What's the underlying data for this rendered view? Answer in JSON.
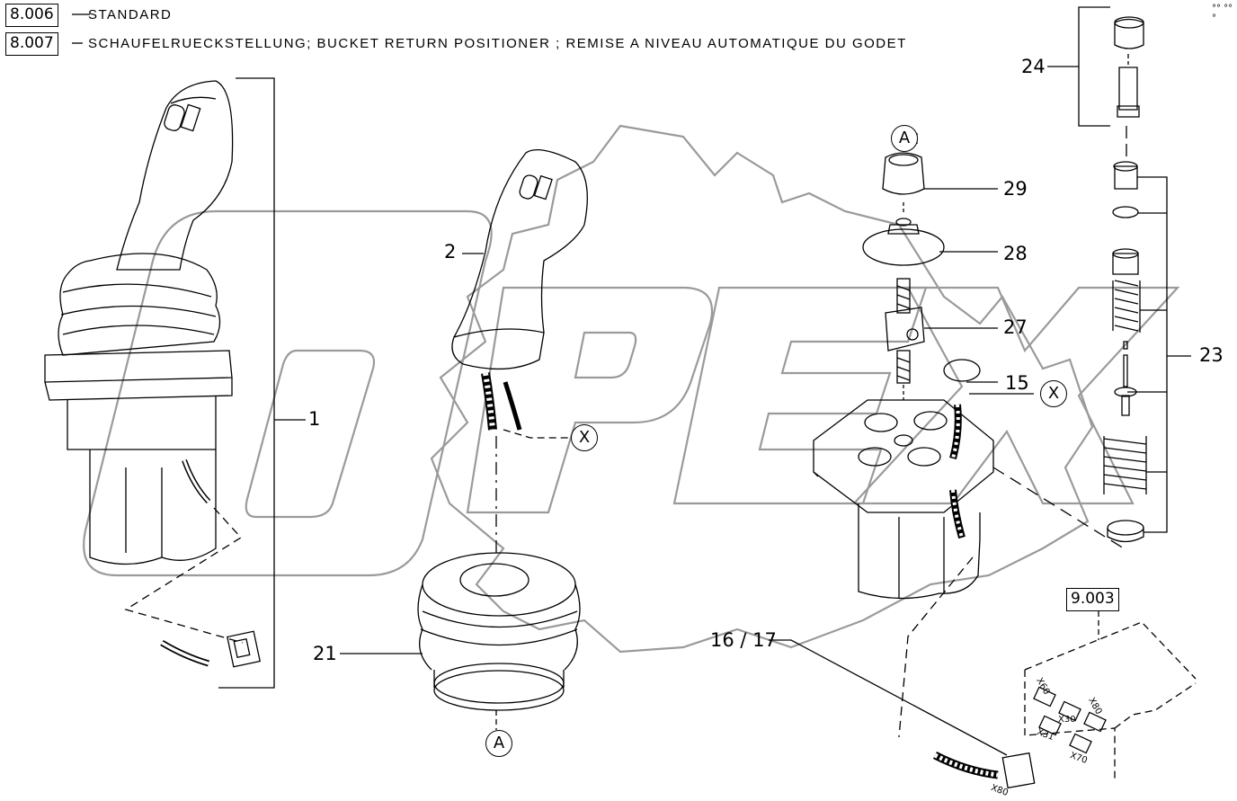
{
  "header": {
    "refs": [
      {
        "code": "8.006",
        "text": "STANDARD"
      },
      {
        "code": "8.007",
        "text": "SCHAUFELRUECKSTELLUNG; BUCKET RETURN POSITIONER ; REMISE A NIVEAU AUTOMATIQUE DU GODET"
      }
    ],
    "corner_mark": "°° °°°"
  },
  "watermark": "OPEX",
  "callouts": {
    "p1": "1",
    "p2": "2",
    "p15": "15",
    "p16_17": "16 / 17",
    "p21": "21",
    "p23": "23",
    "p24": "24",
    "p27": "27",
    "p28": "28",
    "p29": "29"
  },
  "markers": {
    "a_top": "A",
    "a_bottom": "A",
    "x_left": "X",
    "x_right": "X"
  },
  "ref_9003": "9.003",
  "connectors": {
    "x60": "X60",
    "x30": "X30",
    "x80a": "X80",
    "x31": "X31",
    "x70": "X70",
    "x80b": "X80"
  },
  "colors": {
    "line": "#000000",
    "watermark": "#9a9a9a",
    "background": "#ffffff"
  }
}
